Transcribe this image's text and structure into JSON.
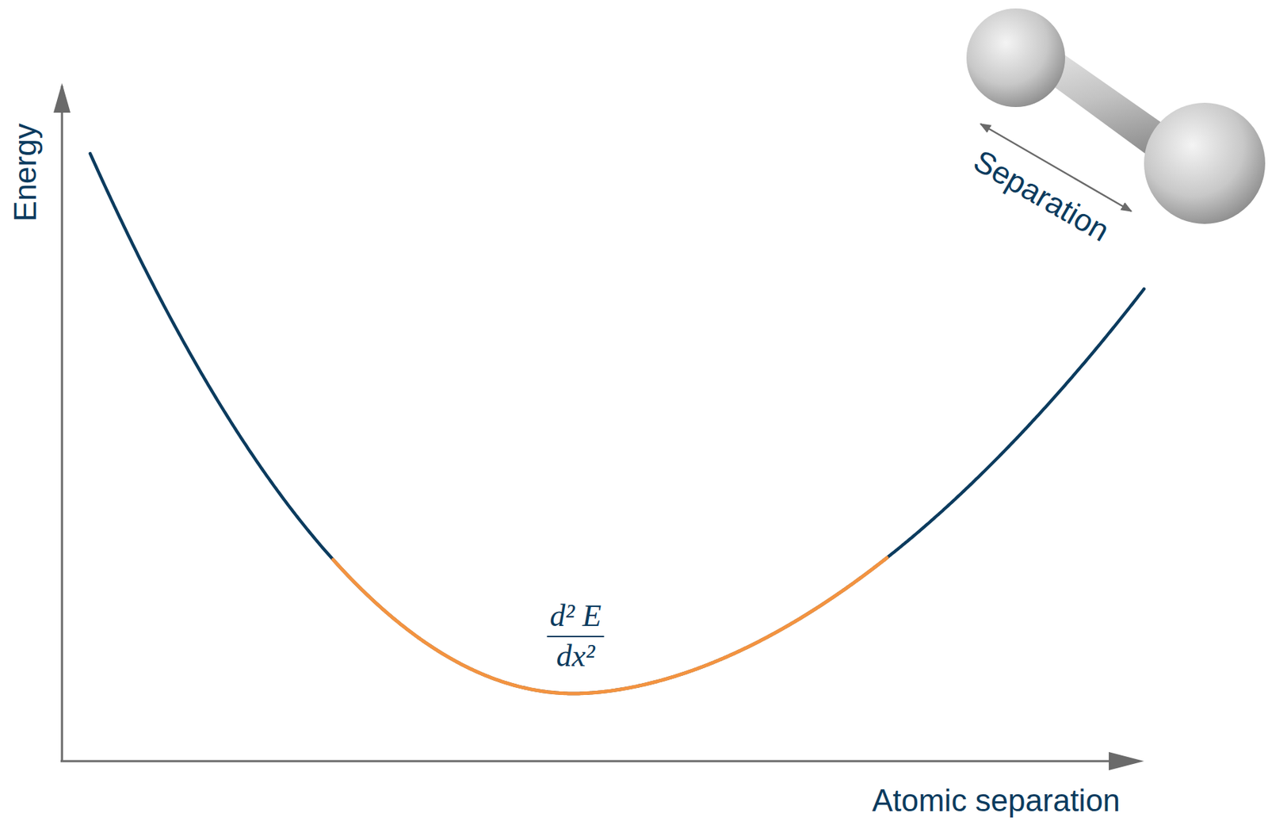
{
  "diagram": {
    "labels": [
      "Energy",
      "Atomic separation",
      "Separation",
      "d² E",
      "dx²"
    ]
  }
}
